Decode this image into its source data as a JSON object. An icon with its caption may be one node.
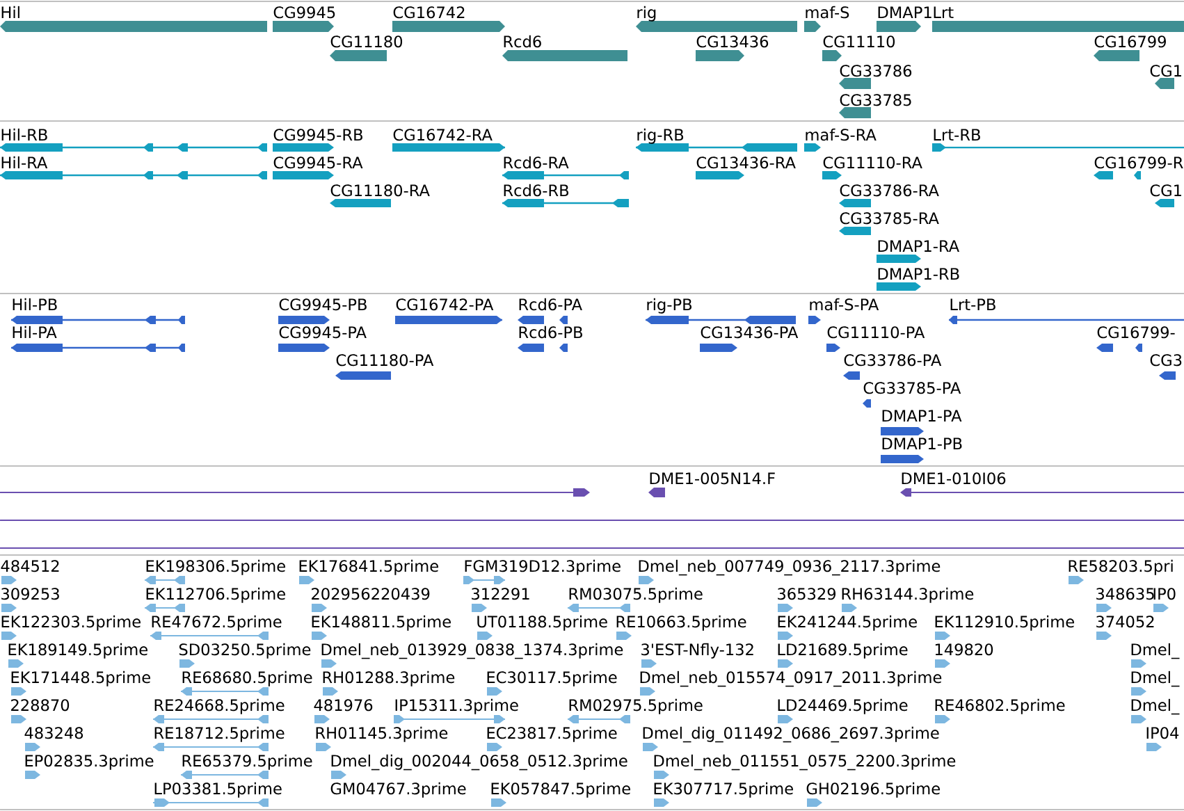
{
  "diagram": {
    "labels": [
      "Hil",
      "CG9945",
      "CG16742",
      "rig",
      "maf-S",
      "DMAP1",
      "Lrt",
      "CG11180",
      "Rcd6",
      "CG13436",
      "CG11110",
      "CG16799",
      "CG33786",
      "CG1",
      "CG33785",
      "Hil-RB",
      "CG9945-RB",
      "CG16742-RA",
      "rig-RB",
      "maf-S-RA",
      "Lrt-RB",
      "Hil-RA",
      "CG9945-RA",
      "Rcd6-RA",
      "CG13436-RA",
      "CG11110-RA",
      "CG16799-R",
      "CG11180-RA",
      "Rcd6-RB",
      "CG33786-RA",
      "CG1",
      "CG33785-RA",
      "DMAP1-RA",
      "DMAP1-RB",
      "Hil-PB",
      "CG9945-PB",
      "CG16742-PA",
      "Rcd6-PA",
      "rig-PB",
      "maf-S-PA",
      "Lrt-PB",
      "Hil-PA",
      "CG9945-PA",
      "Rcd6-PB",
      "CG13436-PA",
      "CG11110-PA",
      "CG16799-",
      "CG11180-PA",
      "CG33786-PA",
      "CG3",
      "CG33785-PA",
      "DMAP1-PA",
      "DMAP1-PB",
      "DME1-005N14.F",
      "DME1-010I06",
      "484512",
      "EK198306.5prime",
      "EK176841.5prime",
      "FGM319D12.3prime",
      "Dmel_neb_007749_0936_2117.3prime",
      "RE58203.5pri",
      "309253",
      "EK112706.5prime",
      "202956220439",
      "312291",
      "RM03075.5prime",
      "365329",
      "RH63144.3prime",
      "348635",
      "IP0",
      "EK122303.5prime",
      "RE47672.5prime",
      "EK148811.5prime",
      "UT01188.5prime",
      "RE10663.5prime",
      "EK241244.5prime",
      "EK112910.5prime",
      "374052",
      "EK189149.5prime",
      "SD03250.5prime",
      "Dmel_neb_013929_0838_1374.3prime",
      "3'EST-Nfly-132",
      "LD21689.5prime",
      "149820",
      "Dmel_",
      "EK171448.5prime",
      "RE68680.5prime",
      "RH01288.3prime",
      "EC30117.5prime",
      "Dmel_neb_015574_0917_2011.3prime",
      "Dmel_",
      "228870",
      "RE24668.5prime",
      "481976",
      "IP15311.3prime",
      "RM02975.5prime",
      "LD24469.5prime",
      "RE46802.5prime",
      "Dmel_",
      "483248",
      "RE18712.5prime",
      "RH01145.3prime",
      "EC23817.5prime",
      "Dmel_dig_011492_0686_2697.3prime",
      "IP04",
      "EP02835.3prime",
      "RE65379.5prime",
      "Dmel_dig_002044_0658_0512.3prime",
      "Dmel_neb_011551_0575_2200.3prime",
      "LP03381.5prime",
      "GM04767.3prime",
      "EK057847.5prime",
      "EK307717.5prime",
      "GH02196.5prime"
    ]
  }
}
